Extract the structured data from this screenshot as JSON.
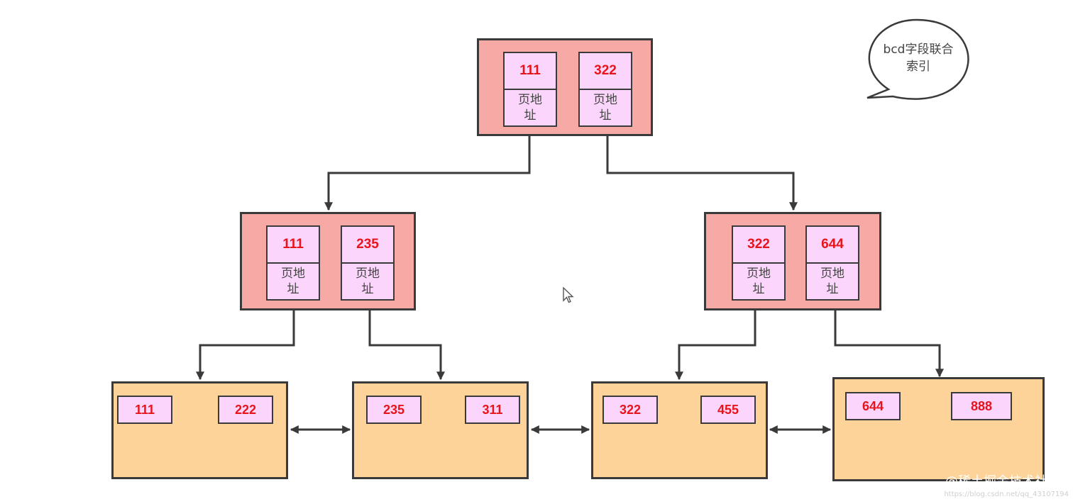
{
  "callout": {
    "line1": "bcd字段联合",
    "line2": "索引"
  },
  "address_label": "页地址",
  "root": {
    "keys": [
      "111",
      "322"
    ]
  },
  "internal": [
    {
      "keys": [
        "111",
        "235"
      ]
    },
    {
      "keys": [
        "322",
        "644"
      ]
    }
  ],
  "leaves": [
    {
      "keys": [
        "111",
        "222"
      ]
    },
    {
      "keys": [
        "235",
        "311"
      ]
    },
    {
      "keys": [
        "322",
        "455"
      ]
    },
    {
      "keys": [
        "644",
        "888"
      ]
    }
  ],
  "watermark": {
    "text": "@稀土掘金技术社区",
    "url": "https://blog.csdn.net/qq_43107194"
  },
  "colors": {
    "internal_node_fill": "#f7a9a5",
    "key_cell_fill": "#fbd5fb",
    "leaf_fill": "#fdd39a",
    "key_text": "#e8141c",
    "stroke": "#3a3a3a"
  }
}
